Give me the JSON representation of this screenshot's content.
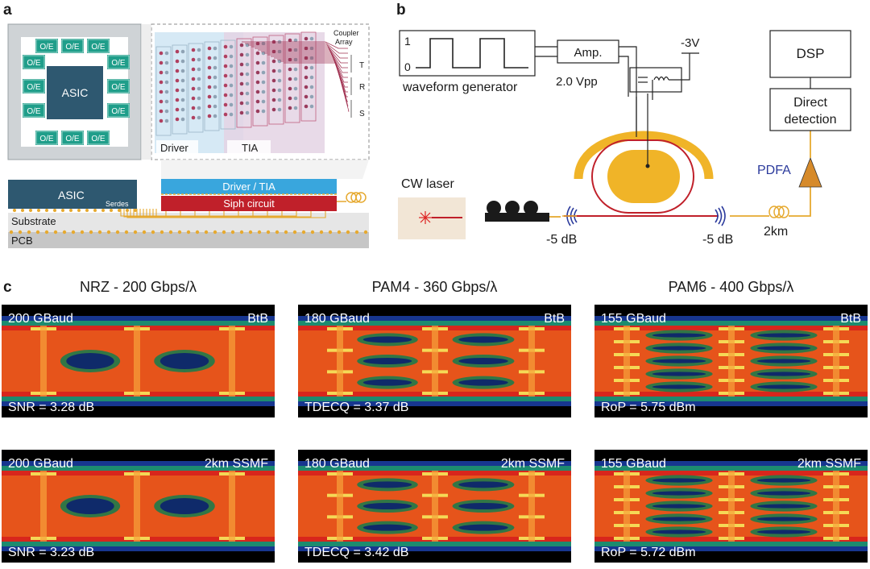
{
  "panel_a": {
    "letter": "a",
    "chip_module": "O/E",
    "asic": "ASIC",
    "coupler": [
      "Coupler",
      "Array"
    ],
    "port_t": "T",
    "port_r": "R",
    "port_s": "S",
    "driver": "Driver",
    "tia": "TIA",
    "asic_side": "ASIC",
    "serdes": "Serdes",
    "driver_tia": "Driver / TIA",
    "siph": "Siph circuit",
    "substrate": "Substrate",
    "pcb": "PCB"
  },
  "panel_b": {
    "letter": "b",
    "wave_high": "1",
    "wave_low": "0",
    "wave_gen": "waveform generator",
    "amp": "Amp.",
    "vpp": "2.0 Vpp",
    "bias": "-3V",
    "dsp": "DSP",
    "detect_1": "Direct",
    "detect_2": "detection",
    "pdfa": "PDFA",
    "laser": "CW laser",
    "loss_in": "-5 dB",
    "loss_out": "-5 dB",
    "fiber": "2km"
  },
  "panel_c": {
    "letter": "c",
    "columns": [
      {
        "title": "NRZ - 200 Gbps/λ",
        "eyes": [
          {
            "baud": "200 GBaud",
            "link": "BtB",
            "metric": "SNR = 3.28 dB"
          },
          {
            "baud": "200 GBaud",
            "link": "2km SSMF",
            "metric": "SNR = 3.23 dB"
          }
        ]
      },
      {
        "title": "PAM4 - 360 Gbps/λ",
        "eyes": [
          {
            "baud": "180 GBaud",
            "link": "BtB",
            "metric": "TDECQ = 3.37 dB"
          },
          {
            "baud": "180 GBaud",
            "link": "2km SSMF",
            "metric": "TDECQ = 3.42 dB"
          }
        ]
      },
      {
        "title": "PAM6 - 400 Gbps/λ",
        "eyes": [
          {
            "baud": "155 GBaud",
            "link": "BtB",
            "metric": "RoP = 5.75 dBm"
          },
          {
            "baud": "155 GBaud",
            "link": "2km SSMF",
            "metric": "RoP = 5.72 dBm"
          }
        ]
      }
    ]
  }
}
